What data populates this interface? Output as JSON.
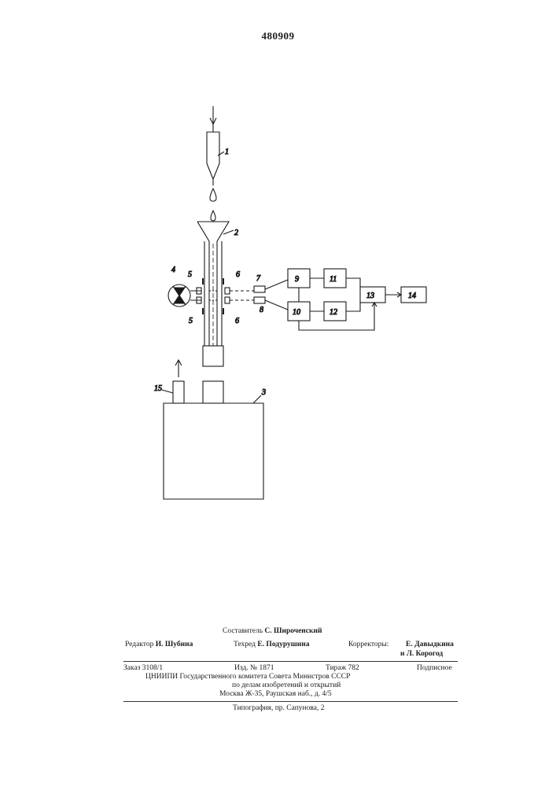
{
  "document": {
    "patent_number": "480909"
  },
  "diagram": {
    "labels": {
      "n1": "1",
      "n2": "2",
      "n3": "3",
      "n4": "4",
      "n5a": "5",
      "n5b": "5",
      "n6a": "6",
      "n6b": "6",
      "n7": "7",
      "n8": "8",
      "n9": "9",
      "n10": "10",
      "n11": "11",
      "n12": "12",
      "n13": "13",
      "n14": "14",
      "n15": "15"
    }
  },
  "imprint": {
    "compiler_label": "Составитель",
    "compiler_name": "С. Широченский",
    "editor_label": "Редактор",
    "editor_name": "И. Шубина",
    "techred_label": "Техред",
    "techred_name": "Е. Подурушина",
    "correctors_label": "Корректоры:",
    "corrector1": "Е. Давыдкина",
    "corrector2": "и Л. Корогод",
    "order": "Заказ 3108/1",
    "edition": "Изд. № 1871",
    "circulation": "Тираж 782",
    "subscription": "Подписное",
    "org_line1": "ЦНИИПИ Государственного комитета Совета Министров СССР",
    "org_line2": "по делам изобретений и открытий",
    "org_line3": "Москва Ж-35, Раушская наб., д. 4/5",
    "printer": "Типография, пр. Сапунова, 2"
  }
}
